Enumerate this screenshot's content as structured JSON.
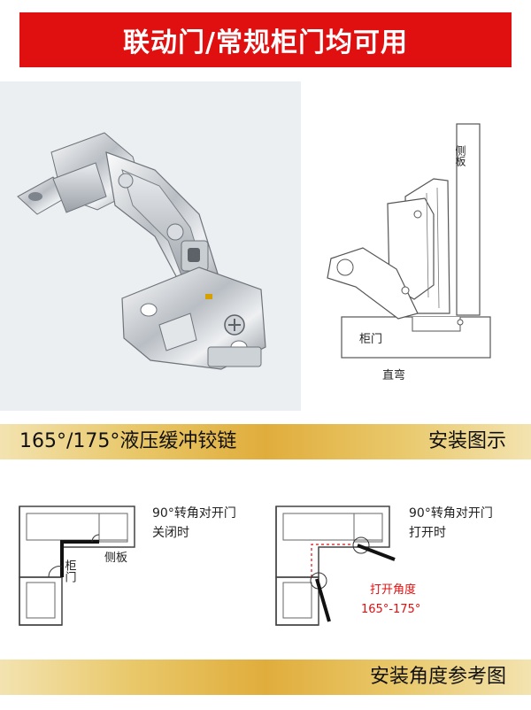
{
  "banner": {
    "title": "联动门/常规柜门均可用"
  },
  "install_diagram": {
    "side_panel": "侧板",
    "cabinet_door": "柜门",
    "arm_type": "直弯"
  },
  "section_bar": {
    "product_name": "165°/175°液压缓冲铰链",
    "section_label": "安装图示"
  },
  "corner_closed": {
    "line1": "90°转角对开门",
    "line2": "关闭时",
    "door_label": "柜门",
    "panel_label": "侧板"
  },
  "corner_open": {
    "line1": "90°转角对开门",
    "line2": "打开时",
    "angle_title": "打开角度",
    "angle_value": "165°-175°"
  },
  "bottom_bar": {
    "label": "安装角度参考图"
  },
  "colors": {
    "banner_red": "#e01010",
    "accent_red": "#e01010",
    "gold": "#e0ad3c"
  }
}
